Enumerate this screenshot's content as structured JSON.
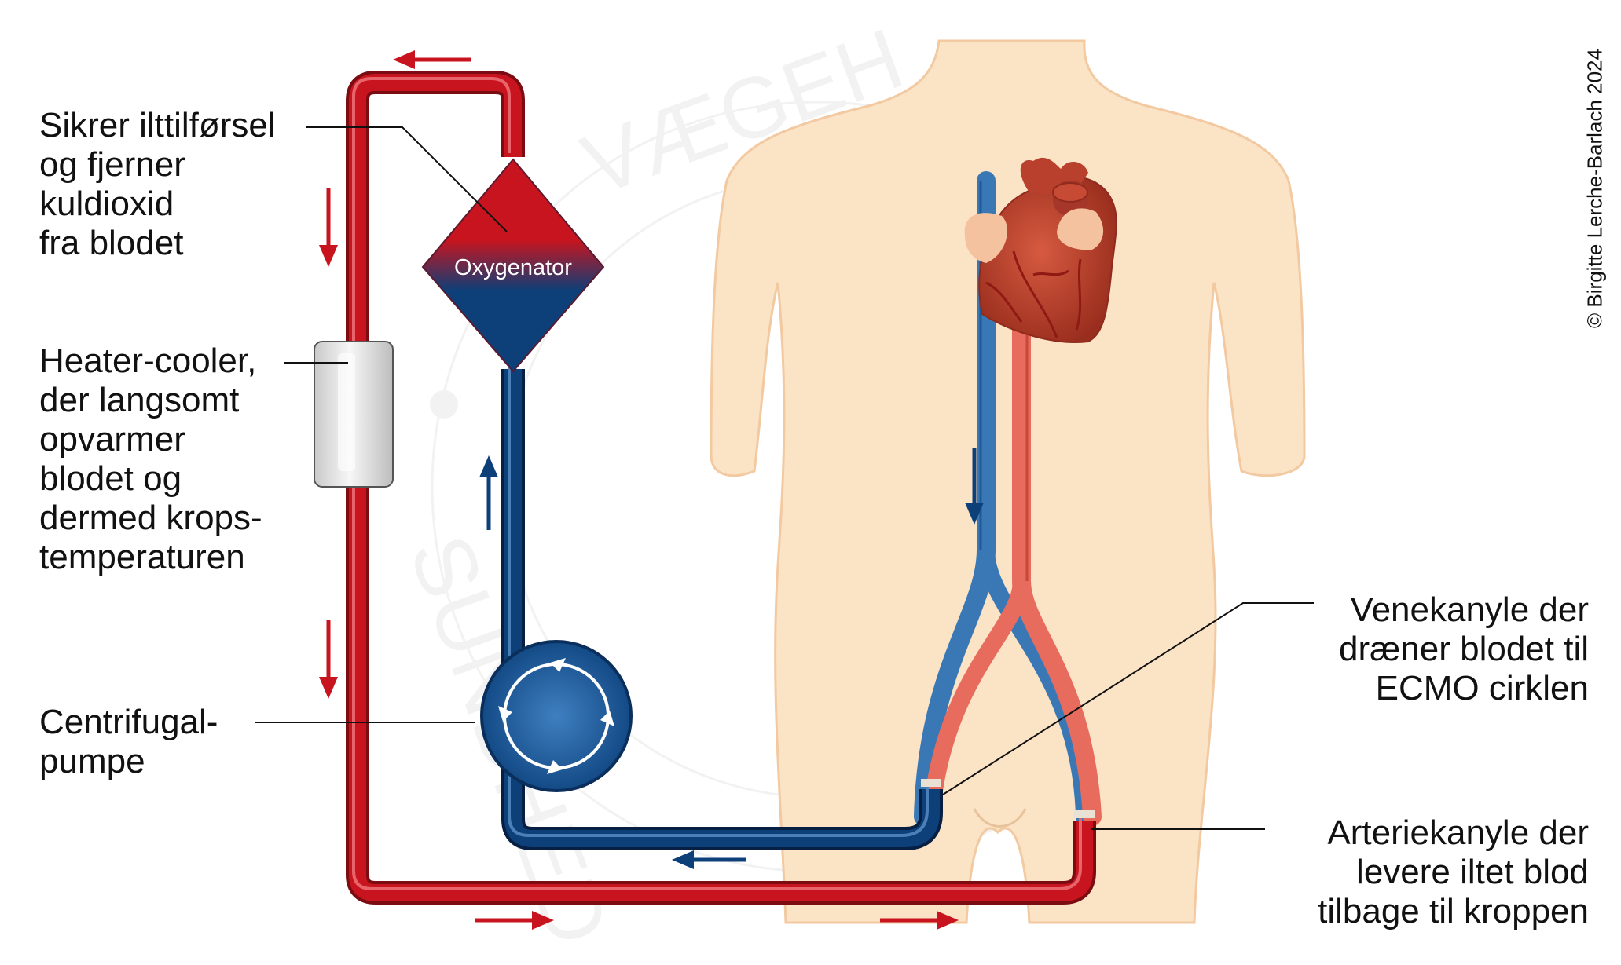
{
  "labels": {
    "oxygenator_desc": [
      "Sikrer ilttilførsel",
      "og fjerner",
      "kuldioxid",
      "fra blodet"
    ],
    "heater_desc": [
      "Heater-cooler,",
      "der langsomt",
      "opvarmer",
      "blodet og",
      "dermed krops-",
      "temperaturen"
    ],
    "pump_desc": [
      "Centrifugal-",
      "pumpe"
    ],
    "vein_desc": [
      "Venekanyle der",
      "dræner blodet til",
      "ECMO cirklen"
    ],
    "artery_desc": [
      "Arteriekanyle der",
      "levere iltet blod",
      "tilbage til kroppen"
    ]
  },
  "oxygenator_label": "Oxygenator",
  "copyright": "© Birgitte Lerche-Barlach 2024",
  "colors": {
    "arterial_red": "#c8141e",
    "venous_blue": "#0d3f78",
    "skin": "#fbe3c6",
    "vessel_red": "#e76c5e",
    "vessel_blue": "#3a78b5",
    "heart": "#b8402c"
  }
}
